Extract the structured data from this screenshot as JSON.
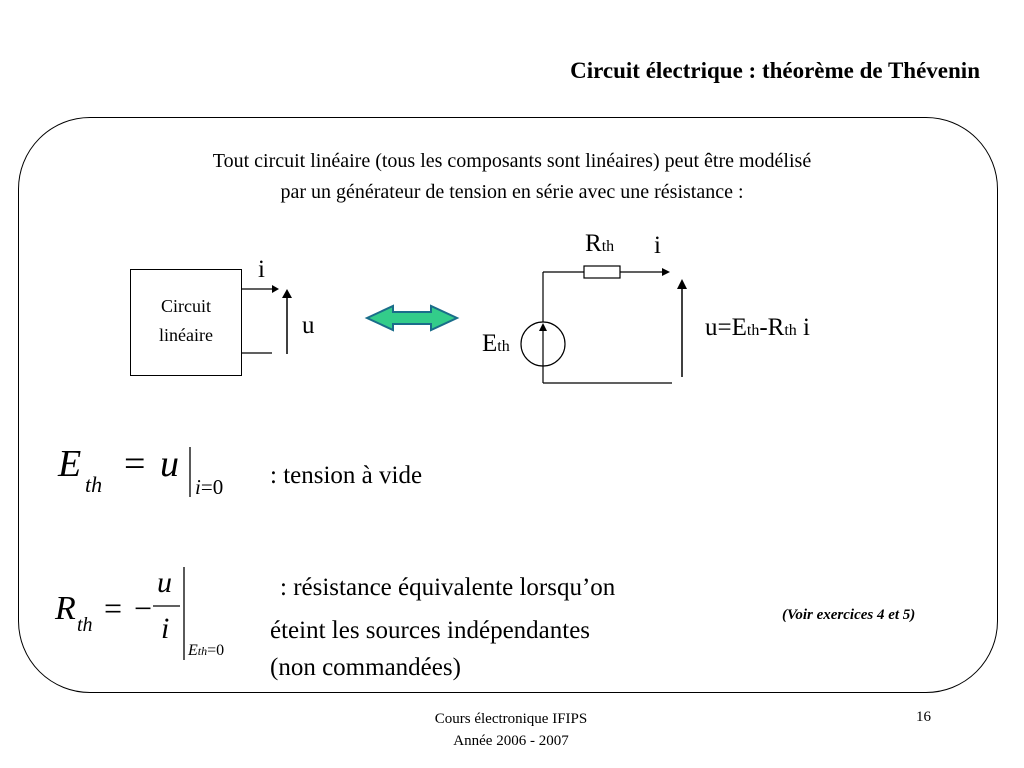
{
  "slide": {
    "title": "Circuit électrique : théorème de Thévenin",
    "intro_line1": "Tout circuit linéaire (tous les composants sont linéaires) peut être modélisé",
    "intro_line2": "par un générateur de tension en série avec une résistance :",
    "box_line1": "Circuit",
    "box_line2": "linéaire",
    "left_current": "i",
    "left_voltage": "u",
    "right_R": "R",
    "right_R_sub": "th",
    "right_current": "i",
    "right_E": "E",
    "right_E_sub": "th",
    "relation": {
      "a": "u=E",
      "a_sub": "th",
      "b": "-R",
      "b_sub": "th",
      "c": " i"
    },
    "eq1": {
      "lhs": "E",
      "lhs_sub": "th",
      "eq": "=",
      "rhs": "u",
      "cond_var": "i",
      "cond_eq": "=",
      "cond_val": "0",
      "desc": ": tension à vide"
    },
    "eq2": {
      "lhs": "R",
      "lhs_sub": "th",
      "eq": "=",
      "minus": "−",
      "num": "u",
      "den": "i",
      "cond_var": "E",
      "cond_sub": "th",
      "cond_eq": "=",
      "cond_val": "0",
      "desc1": ": résistance équivalente lorsqu’on",
      "desc2": "éteint les sources indépendantes",
      "desc3": "(non commandées)"
    },
    "note": "(Voir exercices 4 et 5)",
    "footer1": "Cours électronique IFIPS",
    "footer2": "Année 2006 - 2007",
    "page_number": "16"
  }
}
